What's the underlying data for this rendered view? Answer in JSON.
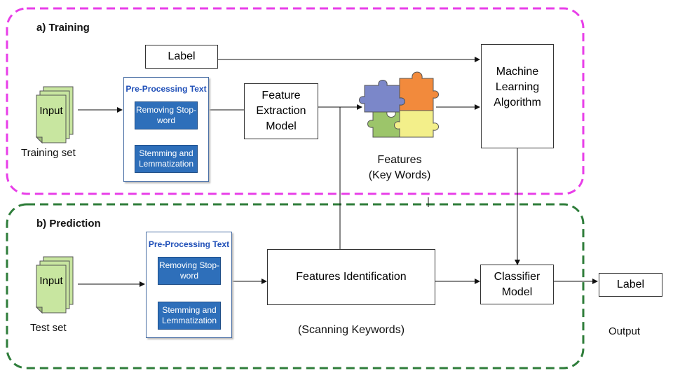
{
  "sections": {
    "training_title": "a) Training",
    "prediction_title": "b) Prediction"
  },
  "training": {
    "input_doc": "Input",
    "input_caption": "Training set",
    "label_box": "Label",
    "preprocess_title": "Pre-Processing  Text",
    "step1": "Removing Stop-word",
    "step2": "Stemming and Lemmatization",
    "feature_extraction": [
      "Feature",
      "Extraction",
      "Model"
    ],
    "features_caption": [
      "Features",
      "(Key Words)"
    ],
    "ml_algorithm": [
      "Machine",
      "Learning",
      "Algorithm"
    ]
  },
  "prediction": {
    "input_doc": "Input",
    "input_caption": "Test set",
    "preprocess_title": "Pre-Processing  Text",
    "step1": "Removing Stop-word",
    "step2": "Stemming and Lemmatization",
    "features_identification": "Features  Identification",
    "scanning_caption": "(Scanning Keywords)",
    "classifier": [
      "Classifier",
      "Model"
    ],
    "output_label": "Label",
    "output_caption": "Output"
  },
  "colors": {
    "training_border": "#e83ee8",
    "prediction_border": "#2e7d3a",
    "doc_fill": "#c8e6a0",
    "step_fill": "#2e6fba",
    "puzzle_blue": "#7b87c9",
    "puzzle_orange": "#f28a3c",
    "puzzle_green": "#9cc56a",
    "puzzle_yellow": "#f3ef8a"
  }
}
